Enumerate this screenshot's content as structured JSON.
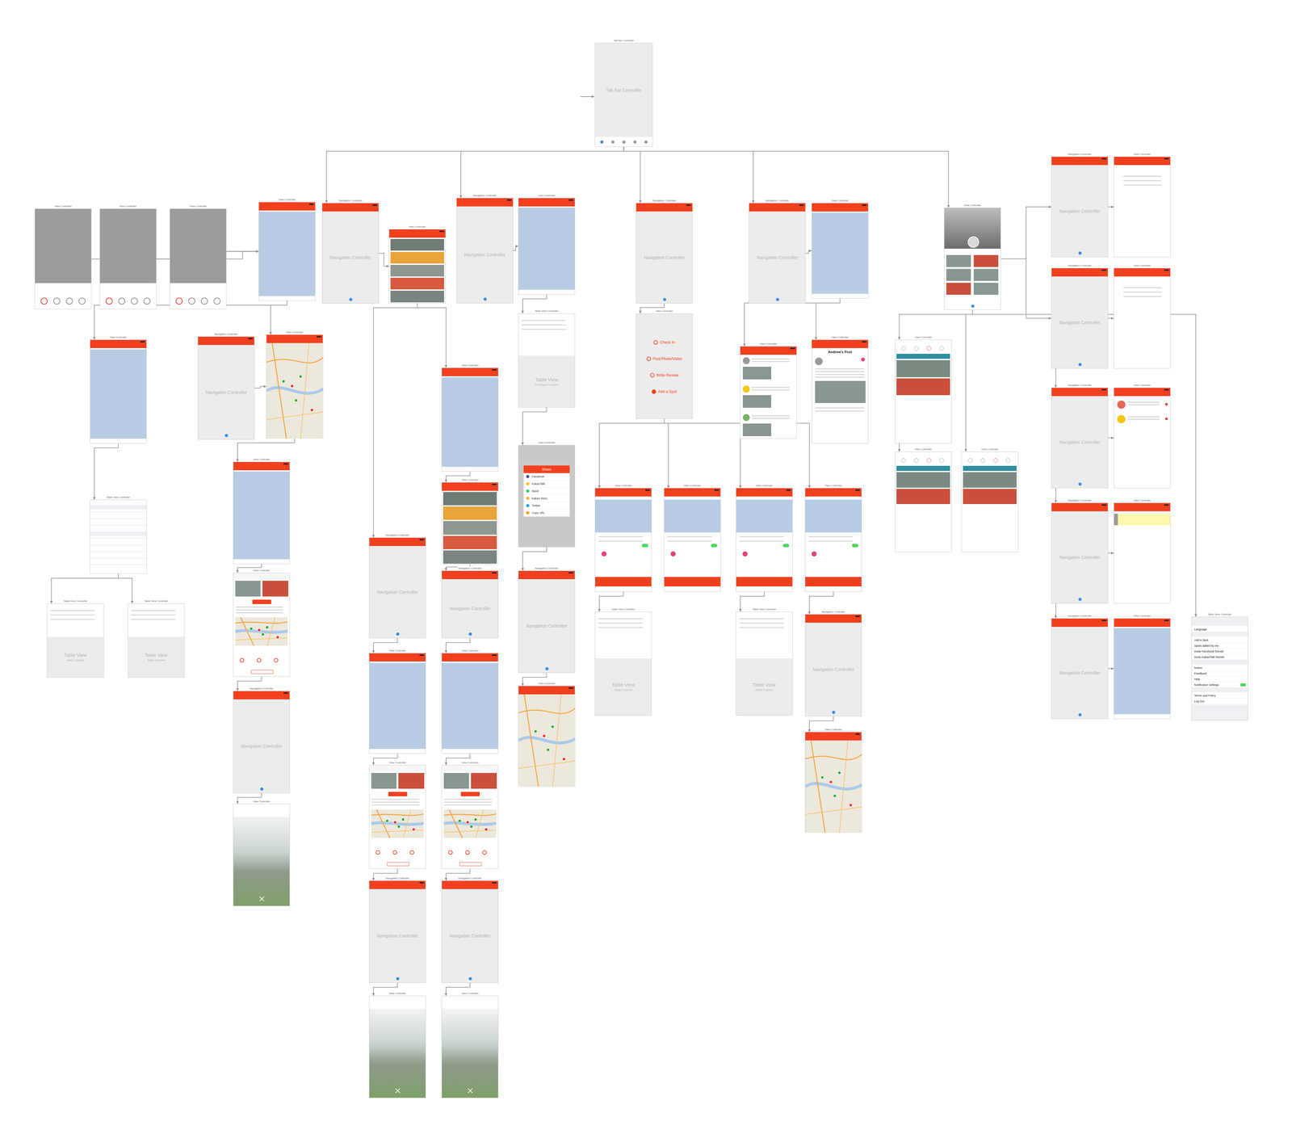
{
  "diagram": {
    "nodes": [
      {
        "text": [
          "Tab Bar Controller",
          "Tab Bar Controller"
        ]
      },
      {
        "text": [
          "Navigation Controller",
          "Navigation Controller"
        ]
      },
      {
        "text": [
          "View Controller"
        ]
      },
      {
        "text": [
          "View Controller"
        ]
      },
      {
        "text": [
          "View Controller"
        ]
      },
      {
        "text": [
          "View Controller"
        ]
      },
      {
        "text": [
          "View Controller"
        ]
      },
      {
        "text": [
          "Navigation Controller",
          "Navigation Controller"
        ]
      },
      {
        "text": [
          "View Controller"
        ]
      },
      {
        "text": [
          "Navigation Controller",
          "Navigation Controller"
        ]
      },
      {
        "text": [
          "View Controller"
        ]
      },
      {
        "text": [
          "Navigation Controller",
          "Navigation Controller"
        ]
      },
      {
        "text": [
          "Navigation Controller",
          "Navigation Controller"
        ]
      },
      {
        "text": [
          "View Controller"
        ]
      },
      {
        "text": [
          "View Controller"
        ]
      },
      {
        "text": [
          "Navigation Controller",
          "Navigation Controller"
        ]
      },
      {
        "text": [
          "View Controller"
        ]
      },
      {
        "text": [
          "Table View Controller",
          "Table View",
          "Prototype Content"
        ]
      },
      {
        "text": [
          "View Controller",
          "Check In",
          "Post Photo/Video",
          "Write Review",
          "Add a Spot"
        ]
      },
      {
        "text": [
          "View Controller"
        ]
      },
      {
        "text": [
          "Navigation Controller",
          "Navigation Controller"
        ]
      },
      {
        "text": [
          "View Controller"
        ]
      },
      {
        "text": [
          "View Controller"
        ]
      },
      {
        "text": [
          "View Controller",
          "Andrew's Post"
        ]
      },
      {
        "text": [
          "View Controller"
        ]
      },
      {
        "text": [
          "View Controller"
        ]
      },
      {
        "text": [
          "Navigation Controller",
          "Navigation Controller"
        ]
      },
      {
        "text": [
          "View Controller"
        ]
      },
      {
        "text": [
          "View Controller",
          "Share",
          "Facebook",
          "KakaoTalk",
          "Band",
          "Kakao Story",
          "Twitter",
          "Copy URL"
        ]
      },
      {
        "text": [
          "View Controller"
        ]
      },
      {
        "text": [
          "View Controller"
        ]
      },
      {
        "text": [
          "View Controller"
        ]
      },
      {
        "text": [
          "View Controller"
        ]
      },
      {
        "text": [
          "View Controller"
        ]
      },
      {
        "text": [
          "View Controller"
        ]
      },
      {
        "text": [
          "View Controller"
        ]
      },
      {
        "text": [
          "View Controller"
        ]
      },
      {
        "text": [
          "Table View Controller"
        ]
      },
      {
        "text": [
          "Navigation Controller",
          "Navigation Controller"
        ]
      },
      {
        "text": [
          "View Controller"
        ]
      },
      {
        "text": [
          "Navigation Controller",
          "Navigation Controller"
        ]
      },
      {
        "text": [
          "Navigation Controller",
          "Navigation Controller"
        ]
      },
      {
        "text": [
          "Navigation Controller",
          "Navigation Controller"
        ]
      },
      {
        "text": [
          "View Controller"
        ]
      },
      {
        "text": [
          "Table View Controller",
          "Table View",
          "Static Content"
        ]
      },
      {
        "text": [
          "Table View Controller",
          "Table View",
          "Static Content"
        ]
      },
      {
        "text": [
          "Table View Controller",
          "Table View",
          "Static Content"
        ]
      },
      {
        "text": [
          "Table View Controller",
          "Table View",
          "Static Content"
        ]
      },
      {
        "text": [
          "Navigation Controller",
          "Navigation Controller"
        ]
      },
      {
        "text": [
          "Navigation Controller",
          "Navigation Controller"
        ]
      },
      {
        "text": [
          "View Controller"
        ]
      },
      {
        "text": [
          "Table View Controller",
          "Language",
          "Add a Spot",
          "Spots added by me",
          "Invite Facebook friends",
          "Invite KakaoTalk friends",
          "Notice",
          "Feedback",
          "Help",
          "Notification settings",
          "Terms and Policy",
          "Log Out"
        ]
      },
      {
        "text": [
          "View Controller"
        ]
      },
      {
        "text": [
          "View Controller"
        ]
      },
      {
        "text": [
          "View Controller"
        ]
      },
      {
        "text": [
          "Navigation Controller",
          "Navigation Controller"
        ]
      },
      {
        "text": [
          "View Controller"
        ]
      },
      {
        "text": [
          "View Controller"
        ]
      },
      {
        "text": [
          "View Controller"
        ]
      },
      {
        "text": [
          "View Controller"
        ]
      },
      {
        "text": [
          "Navigation Controller",
          "Navigation Controller"
        ]
      },
      {
        "text": [
          "Navigation Controller",
          "Navigation Controller"
        ]
      },
      {
        "text": [
          "View Controller"
        ]
      },
      {
        "text": [
          "View Controller"
        ]
      }
    ],
    "edges": [
      {
        "from": 0,
        "to": 7,
        "arrow": "to"
      },
      {
        "from": 0,
        "to": 9,
        "arrow": "to"
      },
      {
        "from": 0,
        "to": 11,
        "arrow": "to"
      },
      {
        "from": 0,
        "to": 12,
        "arrow": "to"
      },
      {
        "from": 0,
        "to": 14,
        "arrow": "to"
      },
      {
        "from": 7,
        "to": 8,
        "arrow": "to"
      },
      {
        "from": 3,
        "to": 6,
        "arrow": "to"
      },
      {
        "from": 4,
        "to": 6,
        "arrow": "to"
      },
      {
        "from": 5,
        "to": 6,
        "arrow": "to"
      },
      {
        "from": 6,
        "to": 19,
        "arrow": "to"
      },
      {
        "from": 6,
        "to": 21,
        "arrow": "to"
      },
      {
        "from": 19,
        "to": 37,
        "arrow": "to"
      },
      {
        "from": 37,
        "to": 44,
        "arrow": "to"
      },
      {
        "from": 37,
        "to": 45,
        "arrow": "to"
      },
      {
        "from": 20,
        "to": 21,
        "arrow": "to"
      },
      {
        "from": 21,
        "to": 29,
        "arrow": "to"
      },
      {
        "from": 29,
        "to": 43,
        "arrow": "to"
      },
      {
        "from": 43,
        "to": 55,
        "arrow": "to"
      },
      {
        "from": 55,
        "to": 59,
        "arrow": "to"
      },
      {
        "from": 8,
        "to": 25,
        "arrow": "to"
      },
      {
        "from": 8,
        "to": 40,
        "arrow": "to"
      },
      {
        "from": 25,
        "to": 32,
        "arrow": "to"
      },
      {
        "from": 32,
        "to": 41,
        "arrow": "to"
      },
      {
        "from": 40,
        "to": 52,
        "arrow": "to"
      },
      {
        "from": 41,
        "to": 53,
        "arrow": "to"
      },
      {
        "from": 52,
        "to": 57,
        "arrow": "to"
      },
      {
        "from": 53,
        "to": 58,
        "arrow": "to"
      },
      {
        "from": 57,
        "to": 60,
        "arrow": "to"
      },
      {
        "from": 58,
        "to": 61,
        "arrow": "to"
      },
      {
        "from": 60,
        "to": 62,
        "arrow": "to"
      },
      {
        "from": 61,
        "to": 63,
        "arrow": "to"
      },
      {
        "from": 9,
        "to": 10,
        "arrow": "to"
      },
      {
        "from": 10,
        "to": 17,
        "arrow": "to"
      },
      {
        "from": 17,
        "to": 28,
        "arrow": "to"
      },
      {
        "from": 28,
        "to": 42,
        "arrow": "to"
      },
      {
        "from": 42,
        "to": 54,
        "arrow": "to"
      },
      {
        "from": 11,
        "to": 18,
        "arrow": "to"
      },
      {
        "from": 18,
        "to": 33,
        "arrow": "to"
      },
      {
        "from": 18,
        "to": 34,
        "arrow": "to"
      },
      {
        "from": 18,
        "to": 35,
        "arrow": "to"
      },
      {
        "from": 18,
        "to": 36,
        "arrow": "to"
      },
      {
        "from": 33,
        "to": 46,
        "arrow": "to"
      },
      {
        "from": 35,
        "to": 47,
        "arrow": "to"
      },
      {
        "from": 36,
        "to": 48,
        "arrow": "to"
      },
      {
        "from": 48,
        "to": 56,
        "arrow": "to"
      },
      {
        "from": 12,
        "to": 13,
        "arrow": "to"
      },
      {
        "from": 13,
        "to": 22,
        "arrow": "to"
      },
      {
        "from": 13,
        "to": 23,
        "arrow": "to"
      },
      {
        "from": 14,
        "to": 1,
        "arrow": "to"
      },
      {
        "from": 14,
        "to": 15,
        "arrow": "to"
      },
      {
        "from": 14,
        "to": 26,
        "arrow": "to"
      },
      {
        "from": 14,
        "to": 38,
        "arrow": "to"
      },
      {
        "from": 14,
        "to": 49,
        "arrow": "to"
      },
      {
        "from": 14,
        "to": 24,
        "arrow": "to"
      },
      {
        "from": 14,
        "to": 30,
        "arrow": "to"
      },
      {
        "from": 14,
        "to": 31,
        "arrow": "to"
      },
      {
        "from": 14,
        "to": 51,
        "arrow": "to"
      },
      {
        "from": 1,
        "to": 2,
        "arrow": "to"
      },
      {
        "from": 15,
        "to": 16,
        "arrow": "to"
      },
      {
        "from": 26,
        "to": 27,
        "arrow": "to"
      },
      {
        "from": 38,
        "to": 39,
        "arrow": "to"
      },
      {
        "from": 49,
        "to": 50,
        "arrow": "to"
      }
    ]
  }
}
